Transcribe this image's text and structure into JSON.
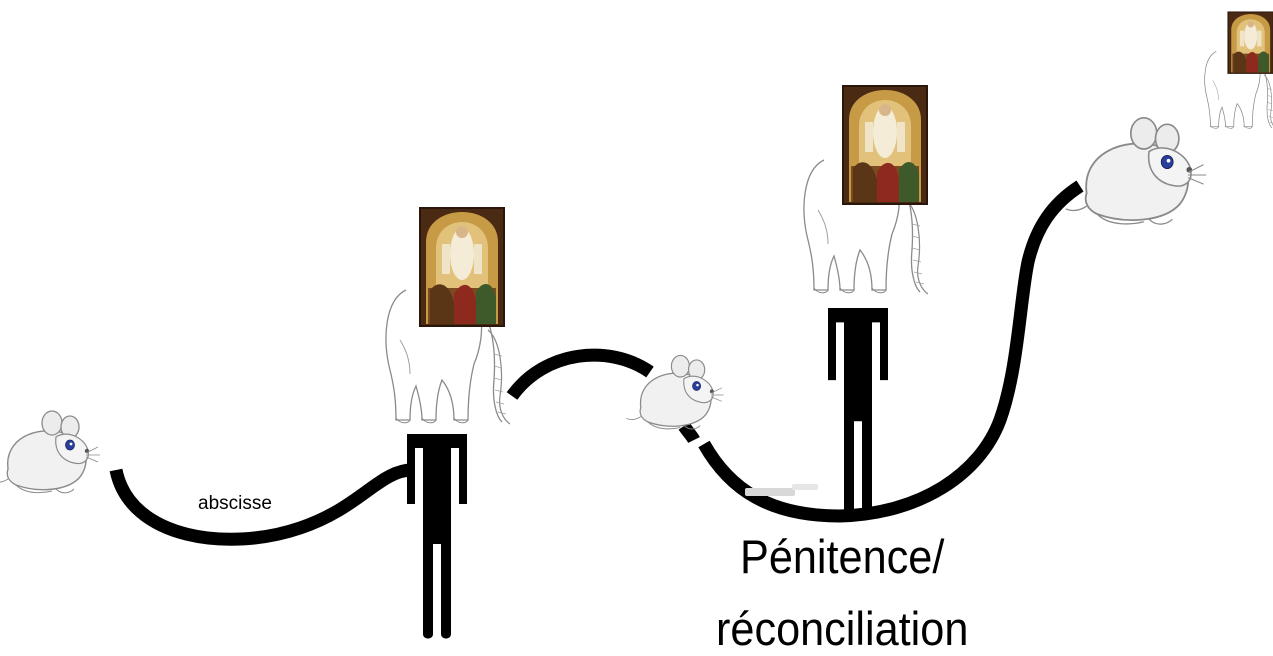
{
  "labels": {
    "path_label": "abscisse",
    "stage_label_line1": "Pénitence/",
    "stage_label_line2": "réconciliation"
  },
  "colors": {
    "path": "#000000",
    "sketch_stroke": "#8a8a8a",
    "mouse_body": "#f0f0f0",
    "mouse_eye": "#2a3f9c",
    "icon_gold": "#c79a45",
    "icon_dark": "#6b3c1a",
    "icon_red": "#8d2a1d"
  }
}
